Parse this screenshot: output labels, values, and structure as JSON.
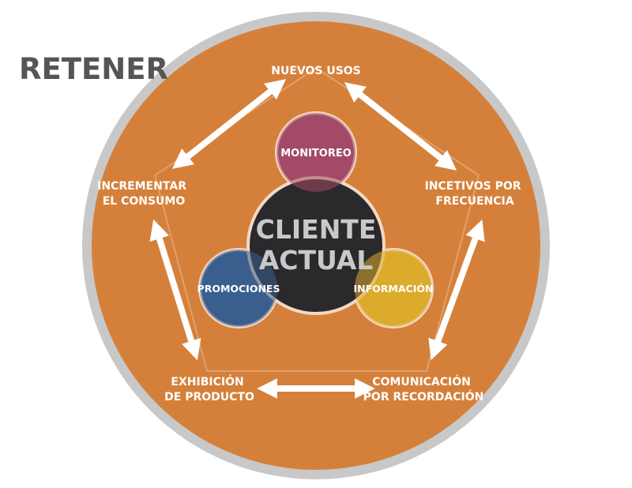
{
  "heading": "RETENER",
  "center": {
    "line1": "CLIENTE",
    "line2": "ACTUAL"
  },
  "inner_circles": {
    "top": "MONITOREO",
    "left": "PROMOCIONES",
    "right": "INFORMACIÓN"
  },
  "outer_nodes": {
    "top": [
      "NUEVOS USOS"
    ],
    "upper_right": [
      "INCETIVOS POR",
      "FRECUENCIA"
    ],
    "lower_right": [
      "COMUNICACIÓN",
      "POR RECORDACIÓN"
    ],
    "lower_left": [
      "EXHIBICIÓN",
      "DE PRODUCTO"
    ],
    "upper_left": [
      "INCREMENTAR",
      "EL CONSUMO"
    ]
  },
  "colors": {
    "ring": "#c8c8c8",
    "disc": "#d5803a",
    "heading": "#555555",
    "center": "#2a2a2d",
    "monitoreo": "#a24a68",
    "promociones": "#3b5f8f",
    "informacion": "#dcab2b",
    "arrow": "#ffffff",
    "label": "#ffffff"
  }
}
